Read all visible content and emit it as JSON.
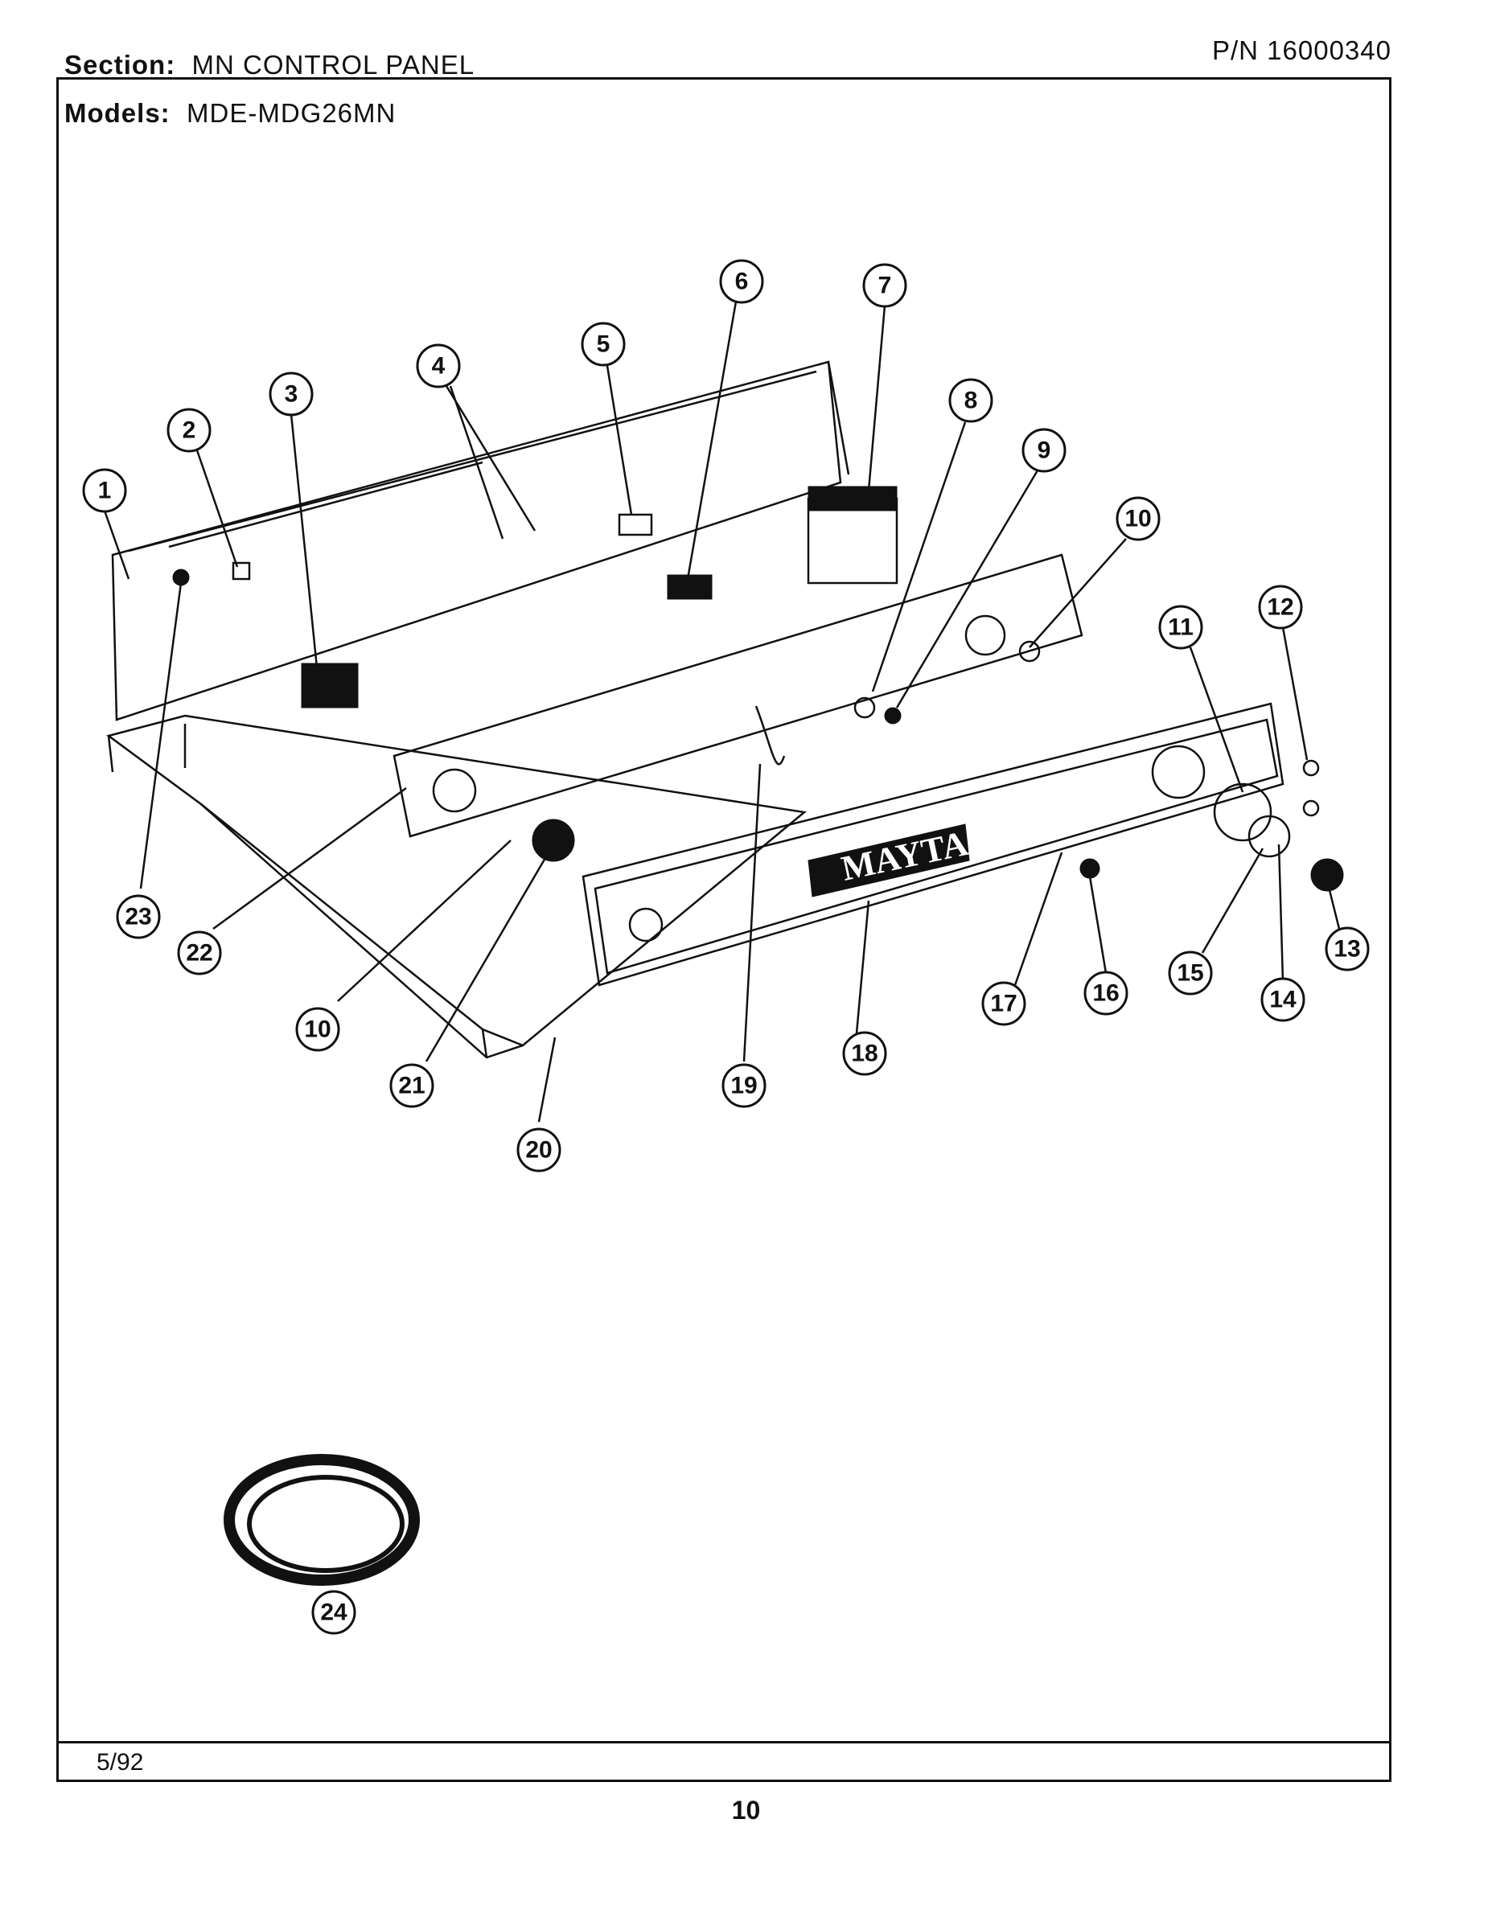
{
  "header": {
    "section_label": "Section:",
    "section_value": "MN CONTROL PANEL",
    "models_label": "Models:",
    "models_value": "MDE-MDG26MN",
    "part_number": "P/N 16000340"
  },
  "footer": {
    "date": "5/92",
    "page_number": "10"
  },
  "brand_logo_text": "MAYTAG",
  "callouts": [
    "1",
    "2",
    "3",
    "4",
    "5",
    "6",
    "7",
    "8",
    "9",
    "10",
    "11",
    "12",
    "13",
    "14",
    "15",
    "16",
    "17",
    "18",
    "19",
    "10",
    "20",
    "21",
    "22",
    "23",
    "24"
  ]
}
